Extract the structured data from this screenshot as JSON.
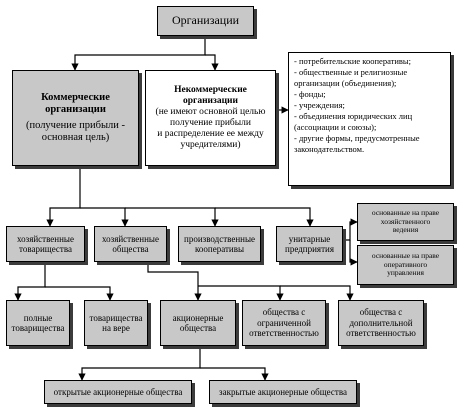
{
  "root": {
    "label": "Организации"
  },
  "commercial": {
    "title": [
      "Коммерческие",
      "организации"
    ],
    "note": [
      "(получение прибыли -",
      "основная цель)"
    ]
  },
  "noncommercial": {
    "title": [
      "Некоммерческие",
      "организации"
    ],
    "note": [
      "(не имеют основной целью",
      "получение прибыли",
      "и распределение ее между",
      "учредителями)"
    ]
  },
  "noncommercial_forms": [
    "- потребительские кооперативы;",
    "- общественные и религиозные",
    "организации (объединения);",
    "- фонды;",
    "- учреждения;",
    "- объединения юридических лиц",
    "(ассоциации и союзы);",
    "- другие формы, предусмотренные",
    "законодательством."
  ],
  "commercial_types": {
    "partnerships": [
      "хозяйственные",
      "товарищества"
    ],
    "companies": [
      "хозяйственные",
      "общества"
    ],
    "cooperatives": [
      "производственные",
      "кооперативы"
    ],
    "unitary": [
      "унитарные",
      "предприятия"
    ]
  },
  "unitary_kinds": {
    "economic_management": [
      "основанные на праве",
      "хозяйственного",
      "ведения"
    ],
    "operational_management": [
      "основанные на праве",
      "оперативного",
      "управления"
    ]
  },
  "partnership_kinds": {
    "full": [
      "полные",
      "товарищества"
    ],
    "limited": [
      "товарищества",
      "на вере"
    ]
  },
  "company_kinds": {
    "joint_stock": [
      "акционерные",
      "общества"
    ],
    "llc": [
      "общества с",
      "ограниченной",
      "ответственностью"
    ],
    "alc": [
      "общества с",
      "дополнительной",
      "ответственностью"
    ]
  },
  "joint_stock_kinds": {
    "open": "открытые акционерные общества",
    "closed": "закрытые акционерные общества"
  }
}
